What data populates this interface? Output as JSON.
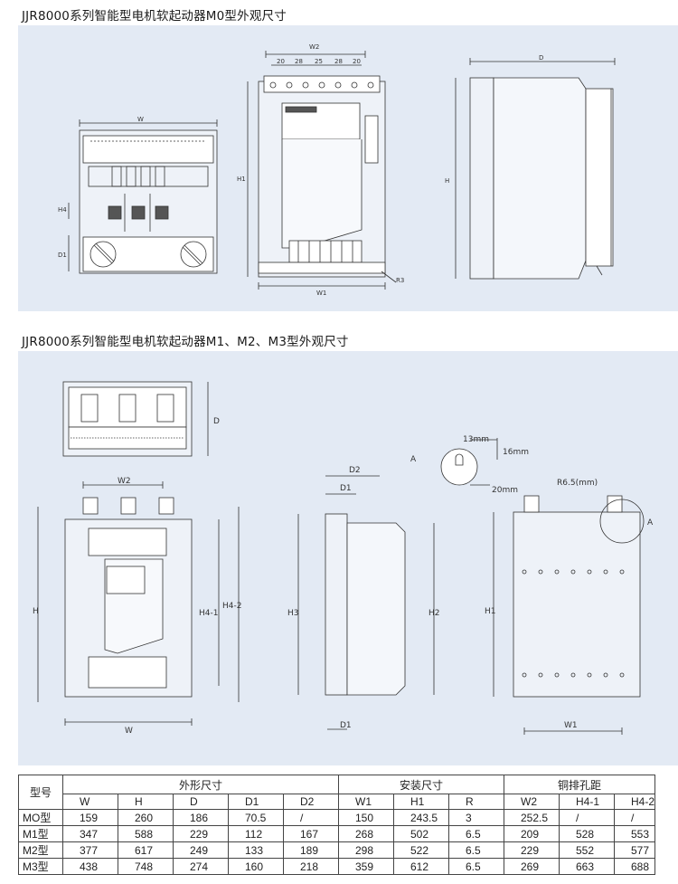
{
  "titles": {
    "m0": "JJR8000系列智能型电机软起动器M0型外观尺寸",
    "m123": "JJR8000系列智能型电机软起动器M1、M2、M3型外观尺寸"
  },
  "drawing_labels": {
    "m0": {
      "w": "W",
      "w2": "W2",
      "w1": "W1",
      "h1": "H1",
      "h": "H",
      "d": "D",
      "h4": "H4",
      "d1": "D1",
      "r3": "R3",
      "pitch": [
        "20",
        "28",
        "25",
        "28",
        "20"
      ]
    },
    "m123": {
      "d": "D",
      "w2": "W2",
      "h": "H",
      "w": "W",
      "h41": "H4-1",
      "h42": "H4-2",
      "d2": "D2",
      "d1_top": "D1",
      "h3": "H3",
      "h2": "H2",
      "d1_bottom": "D1",
      "a1": "A",
      "a2": "A",
      "r65": "R6.5(mm)",
      "mm13": "13mm",
      "mm16": "16mm",
      "mm20": "20mm",
      "h1": "H1",
      "w1": "W1"
    }
  },
  "table": {
    "model_header": "型号",
    "groups": [
      {
        "label": "外形尺寸",
        "span": 5
      },
      {
        "label": "安装尺寸",
        "span": 3
      },
      {
        "label": "铜排孔距",
        "span": 3
      }
    ],
    "columns": [
      "W",
      "H",
      "D",
      "D1",
      "D2",
      "W1",
      "H1",
      "R",
      "W2",
      "H4-1",
      "H4-2"
    ],
    "rows": [
      {
        "model": "MO型",
        "values": [
          "159",
          "260",
          "186",
          "70.5",
          "/",
          "150",
          "243.5",
          "3",
          "252.5",
          "/",
          "/"
        ]
      },
      {
        "model": "M1型",
        "values": [
          "347",
          "588",
          "229",
          "112",
          "167",
          "268",
          "502",
          "6.5",
          "209",
          "528",
          "553"
        ]
      },
      {
        "model": "M2型",
        "values": [
          "377",
          "617",
          "249",
          "133",
          "189",
          "298",
          "522",
          "6.5",
          "229",
          "552",
          "577"
        ]
      },
      {
        "model": "M3型",
        "values": [
          "438",
          "748",
          "274",
          "160",
          "218",
          "359",
          "612",
          "6.5",
          "269",
          "663",
          "688"
        ]
      }
    ]
  }
}
